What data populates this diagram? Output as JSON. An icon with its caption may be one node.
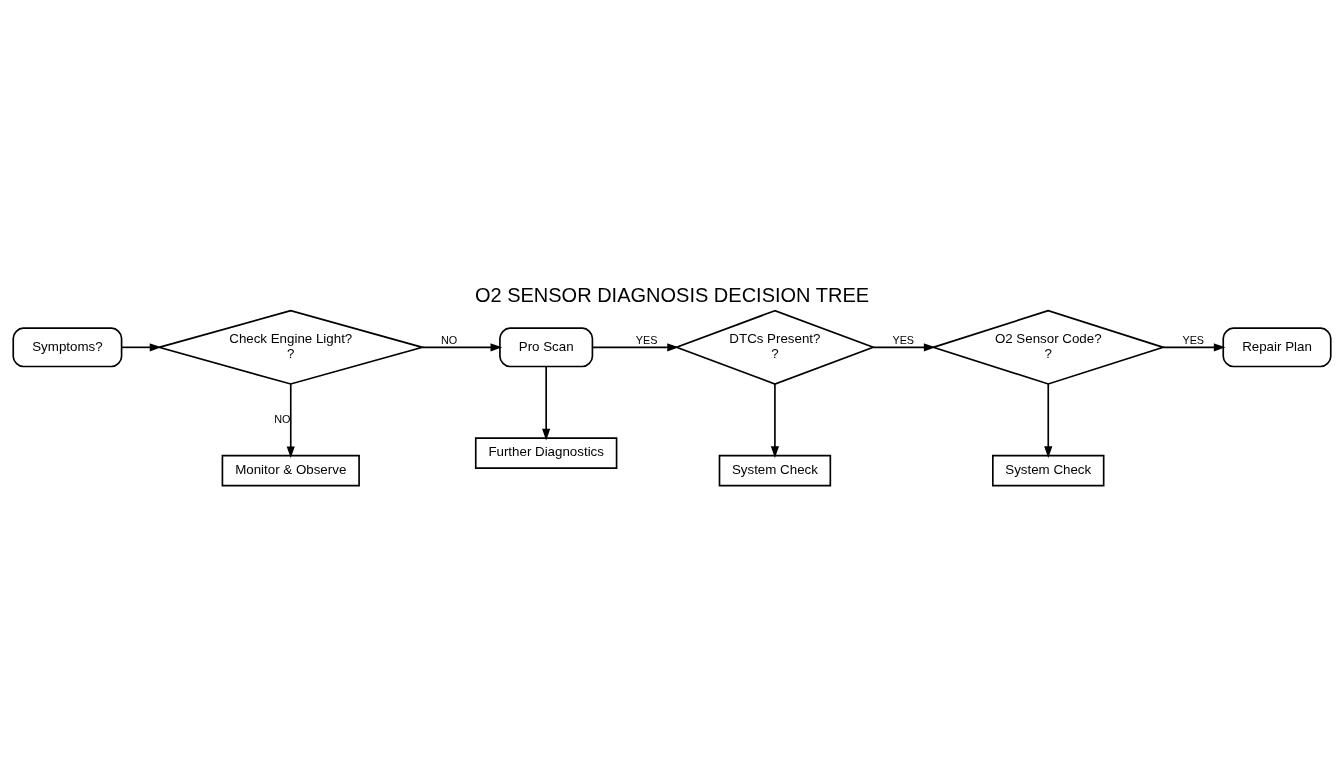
{
  "diagram": {
    "title": "O2 SENSOR DIAGNOSIS DECISION TREE",
    "nodes": [
      {
        "text": [
          "Symptoms?"
        ]
      },
      {
        "text": [
          "Check Engine Light?",
          "?"
        ]
      },
      {
        "text": [
          "Pro Scan"
        ]
      },
      {
        "text": [
          "DTCs Present?",
          "?"
        ]
      },
      {
        "text": [
          "O2 Sensor Code?",
          "?"
        ]
      },
      {
        "text": [
          "Repair Plan"
        ]
      },
      {
        "text": [
          "Monitor & Observe"
        ]
      },
      {
        "text": [
          "Further Diagnostics"
        ]
      },
      {
        "text": [
          "System Check"
        ]
      },
      {
        "text": [
          "System Check"
        ]
      }
    ],
    "edges": [
      {
        "from": 0,
        "to": 1,
        "arrow": "to"
      },
      {
        "from": 1,
        "to": 2,
        "arrow": "to",
        "label": "NO"
      },
      {
        "from": 2,
        "to": 3,
        "arrow": "to",
        "label": "YES"
      },
      {
        "from": 3,
        "to": 4,
        "arrow": "to",
        "label": "YES"
      },
      {
        "from": 4,
        "to": 5,
        "arrow": "to",
        "label": "YES"
      },
      {
        "from": 1,
        "to": 6,
        "arrow": "to",
        "label": "NO"
      },
      {
        "from": 2,
        "to": 7,
        "arrow": "to"
      },
      {
        "from": 3,
        "to": 8,
        "arrow": "to"
      },
      {
        "from": 4,
        "to": 9,
        "arrow": "to"
      }
    ]
  }
}
